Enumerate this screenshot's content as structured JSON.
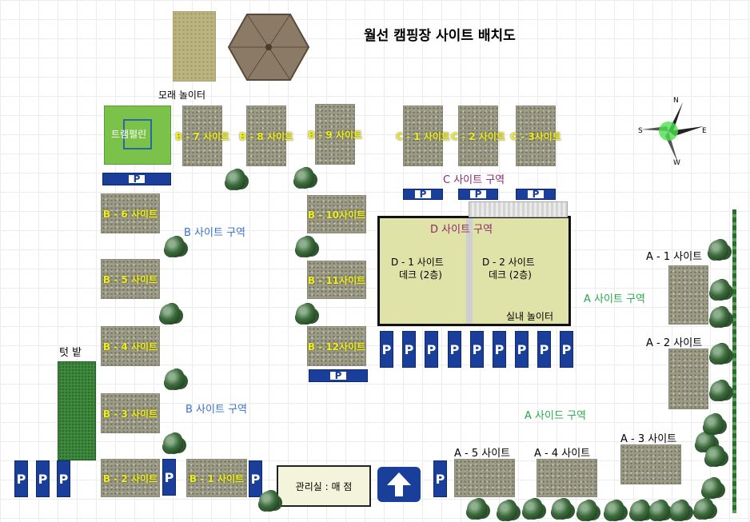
{
  "title": "월선 캠핑장 사이트 배치도",
  "labels": {
    "sand_playground": "모래 놀이터",
    "trampoline": "트램펄린",
    "field": "텃 밭",
    "indoor_playground": "실내 놀이터",
    "office": "관리실 : 매 점"
  },
  "zones": {
    "a1": "A 사이트 구역",
    "a2": "A 사이드 구역",
    "b1": "B 사이트 구역",
    "b2": "B 사이트 구역",
    "c": "C 사이트 구역",
    "d": "D 사이트 구역"
  },
  "sites": {
    "c1": "C - 1 사이트",
    "c2": "C - 2 사이트",
    "c3": "C - 3사이트",
    "b7": "B - 7 사이트",
    "b8": "B - 8 사이트",
    "b9": "B - 9 사이트",
    "b6": "B - 6 사이트",
    "b5": "B - 5 사이트",
    "b4": "B - 4 사이트",
    "b3": "B - 3 사이트",
    "b2": "B - 2 사이트",
    "b1": "B - 1 사이트",
    "b10": "B - 10사이트",
    "b11": "B - 11사이트",
    "b12": "B - 12사이트",
    "d1_name": "D - 1 사이트",
    "d1_sub": "데크 (2층)",
    "d2_name": "D - 2 사이트",
    "d2_sub": "데크 (2층)",
    "a1": "A - 1 사이트",
    "a2": "A - 2 사이트",
    "a3": "A - 3 사이트",
    "a4": "A - 4 사이트",
    "a5": "A - 5 사이트"
  },
  "parking_label": "P",
  "compass": {
    "n": "N",
    "e": "E",
    "s": "S",
    "w": "W"
  },
  "colors": {
    "site_label": "#eeee22",
    "zone_a": "#2aa84a",
    "zone_b": "#3a6fd0",
    "zone_c_d": "#8b2a6a",
    "parking": "#1a3f9a",
    "deck_fill": "#dfe3a8"
  }
}
